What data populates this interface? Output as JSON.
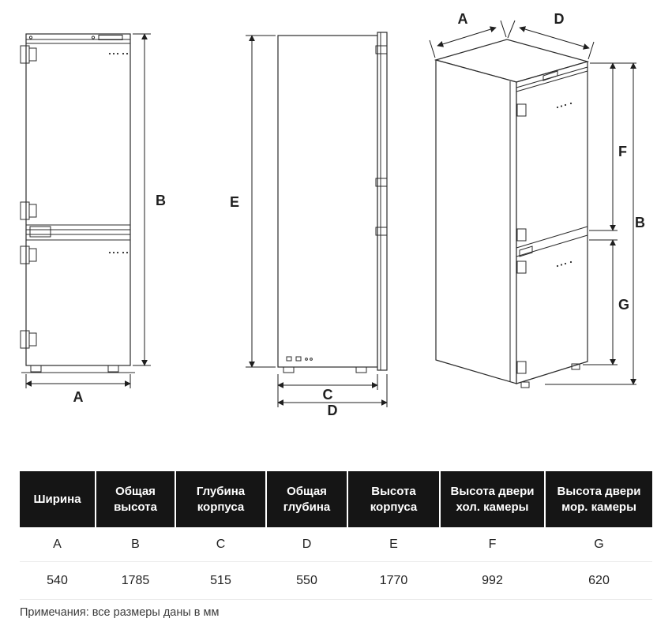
{
  "front_view": {
    "dim_b": "B",
    "dim_a": "A"
  },
  "side_view": {
    "dim_e": "E",
    "dim_c": "C",
    "dim_d": "D"
  },
  "perspective_view": {
    "dim_a": "A",
    "dim_d": "D",
    "dim_f": "F",
    "dim_b": "B",
    "dim_g": "G"
  },
  "table": {
    "headers": [
      "Ширина",
      "Общая высота",
      "Глубина корпуса",
      "Общая глубина",
      "Высота корпуса",
      "Высота двери хол. камеры",
      "Высота двери мор. камеры"
    ],
    "letters": [
      "A",
      "B",
      "C",
      "D",
      "E",
      "F",
      "G"
    ],
    "values": [
      "540",
      "1785",
      "515",
      "550",
      "1770",
      "992",
      "620"
    ]
  },
  "note": "Примечания: все размеры даны в мм"
}
